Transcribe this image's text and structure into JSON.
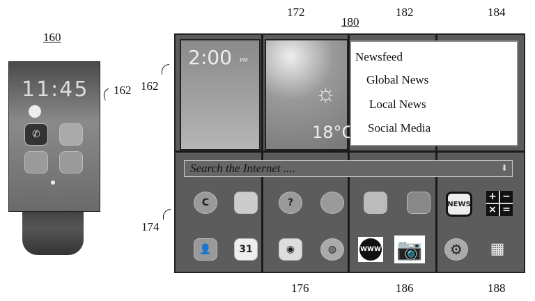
{
  "refs": {
    "watch": "160",
    "watch_screen": "162",
    "panel_screen": "162",
    "weather_tile": "172",
    "panel": "180",
    "newsfeed_tile": "182",
    "fourth_col": "184",
    "app_grid": "174",
    "center_apps": "176",
    "web_camera_apps": "186",
    "right_apps": "188"
  },
  "watch": {
    "time": "11:45"
  },
  "clock_tile": {
    "time": "2:00",
    "ampm": "PM"
  },
  "weather_tile": {
    "temp": "18°C",
    "icon": "sun-icon"
  },
  "newsfeed": {
    "title": "Newsfeed",
    "items": [
      "Global News",
      "Local News",
      "Social Media"
    ]
  },
  "search": {
    "placeholder": "Search the Internet ...."
  },
  "apps": {
    "news": "NEWS",
    "calendar": "31",
    "www": "WWW",
    "calc": [
      "+",
      "−",
      "×",
      "="
    ]
  },
  "colors": {
    "panel": "#5c5c5c",
    "line": "#111111",
    "newsfeed_bg": "#ffffff"
  }
}
